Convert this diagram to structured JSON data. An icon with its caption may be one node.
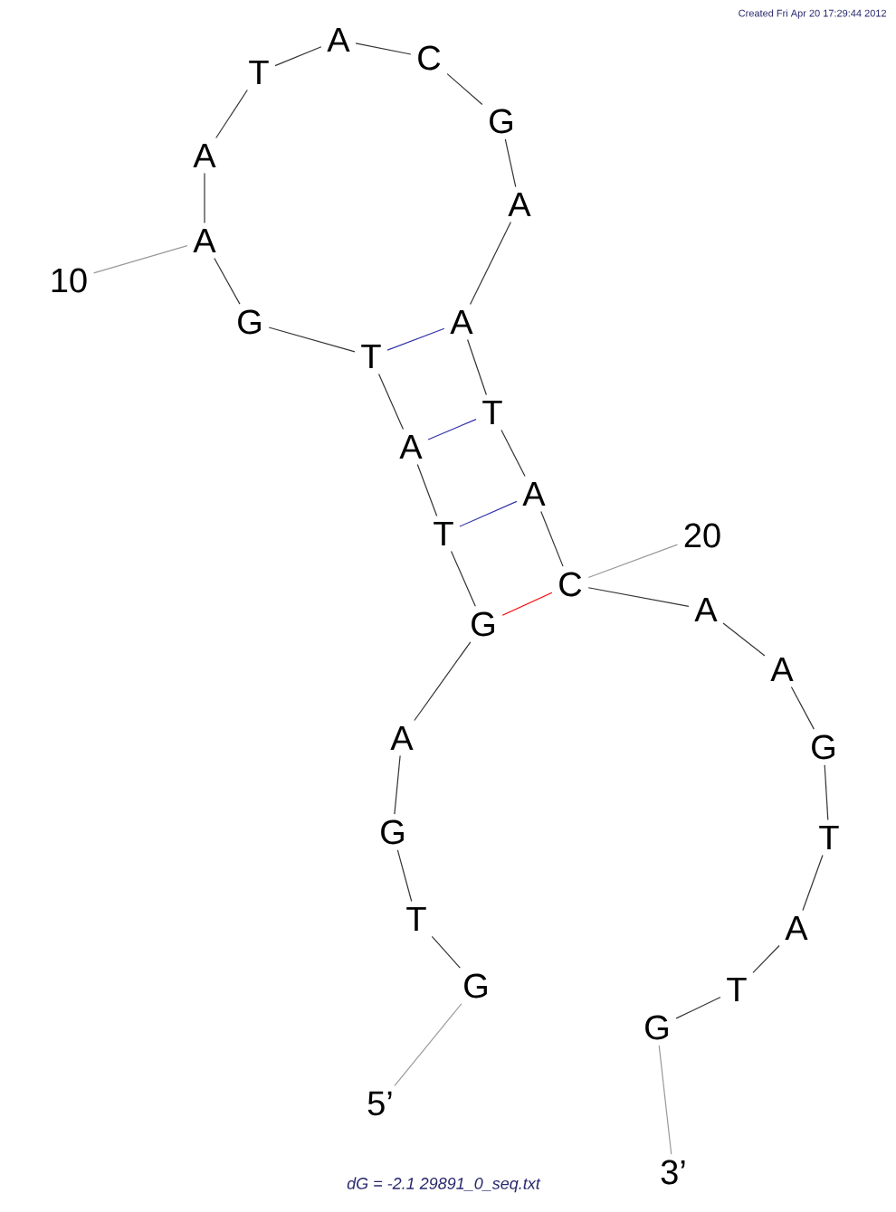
{
  "diagram": {
    "caption": "dG = -2.1 29891_0_seq.txt",
    "nodes": [
      {
        "text": [
          "G"
        ]
      },
      {
        "text": [
          "T"
        ]
      },
      {
        "text": [
          "G"
        ]
      },
      {
        "text": [
          "A"
        ]
      },
      {
        "text": [
          "G"
        ]
      },
      {
        "text": [
          "T"
        ]
      },
      {
        "text": [
          "A"
        ]
      },
      {
        "text": [
          "T"
        ]
      },
      {
        "text": [
          "G"
        ]
      },
      {
        "text": [
          "A"
        ]
      },
      {
        "text": [
          "A"
        ]
      },
      {
        "text": [
          "T"
        ]
      },
      {
        "text": [
          "A"
        ]
      },
      {
        "text": [
          "C"
        ]
      },
      {
        "text": [
          "G"
        ]
      },
      {
        "text": [
          "A"
        ]
      },
      {
        "text": [
          "A"
        ]
      },
      {
        "text": [
          "T"
        ]
      },
      {
        "text": [
          "A"
        ]
      },
      {
        "text": [
          "C"
        ]
      },
      {
        "text": [
          "A"
        ]
      },
      {
        "text": [
          "A"
        ]
      },
      {
        "text": [
          "G"
        ]
      },
      {
        "text": [
          "T"
        ]
      },
      {
        "text": [
          "A"
        ]
      },
      {
        "text": [
          "T"
        ]
      },
      {
        "text": [
          "G"
        ]
      },
      {
        "text": [
          "10"
        ]
      },
      {
        "text": [
          "20"
        ]
      },
      {
        "text": [
          "5’"
        ]
      },
      {
        "text": [
          "3’"
        ]
      }
    ],
    "edges": [
      {
        "from": 0,
        "to": 1,
        "arrow": "none"
      },
      {
        "from": 1,
        "to": 2,
        "arrow": "none"
      },
      {
        "from": 2,
        "to": 3,
        "arrow": "none"
      },
      {
        "from": 3,
        "to": 4,
        "arrow": "none"
      },
      {
        "from": 4,
        "to": 5,
        "arrow": "none"
      },
      {
        "from": 5,
        "to": 6,
        "arrow": "none"
      },
      {
        "from": 6,
        "to": 7,
        "arrow": "none"
      },
      {
        "from": 7,
        "to": 8,
        "arrow": "none"
      },
      {
        "from": 8,
        "to": 9,
        "arrow": "none"
      },
      {
        "from": 9,
        "to": 10,
        "arrow": "none"
      },
      {
        "from": 10,
        "to": 11,
        "arrow": "none"
      },
      {
        "from": 11,
        "to": 12,
        "arrow": "none"
      },
      {
        "from": 12,
        "to": 13,
        "arrow": "none"
      },
      {
        "from": 13,
        "to": 14,
        "arrow": "none"
      },
      {
        "from": 14,
        "to": 15,
        "arrow": "none"
      },
      {
        "from": 15,
        "to": 16,
        "arrow": "none"
      },
      {
        "from": 16,
        "to": 17,
        "arrow": "none"
      },
      {
        "from": 17,
        "to": 18,
        "arrow": "none"
      },
      {
        "from": 18,
        "to": 19,
        "arrow": "none"
      },
      {
        "from": 19,
        "to": 20,
        "arrow": "none"
      },
      {
        "from": 20,
        "to": 21,
        "arrow": "none"
      },
      {
        "from": 21,
        "to": 22,
        "arrow": "none"
      },
      {
        "from": 22,
        "to": 23,
        "arrow": "none"
      },
      {
        "from": 23,
        "to": 24,
        "arrow": "none"
      },
      {
        "from": 24,
        "to": 25,
        "arrow": "none"
      },
      {
        "from": 25,
        "to": 26,
        "arrow": "none"
      },
      {
        "from": 4,
        "to": 19,
        "arrow": "none",
        "color": "#ff0000"
      },
      {
        "from": 5,
        "to": 18,
        "arrow": "none",
        "color": "#3333aa"
      },
      {
        "from": 6,
        "to": 17,
        "arrow": "none",
        "color": "#3333aa"
      },
      {
        "from": 7,
        "to": 16,
        "arrow": "none",
        "color": "#3333aa"
      },
      {
        "from": 27,
        "to": 9,
        "arrow": "none",
        "color": "#999999"
      },
      {
        "from": 28,
        "to": 19,
        "arrow": "none",
        "color": "#999999"
      },
      {
        "from": 29,
        "to": 0,
        "arrow": "none",
        "color": "#999999"
      },
      {
        "from": 30,
        "to": 26,
        "arrow": "none",
        "color": "#999999"
      }
    ],
    "labels": [
      "Created Fri Apr 20 17:29:44 2012"
    ]
  }
}
